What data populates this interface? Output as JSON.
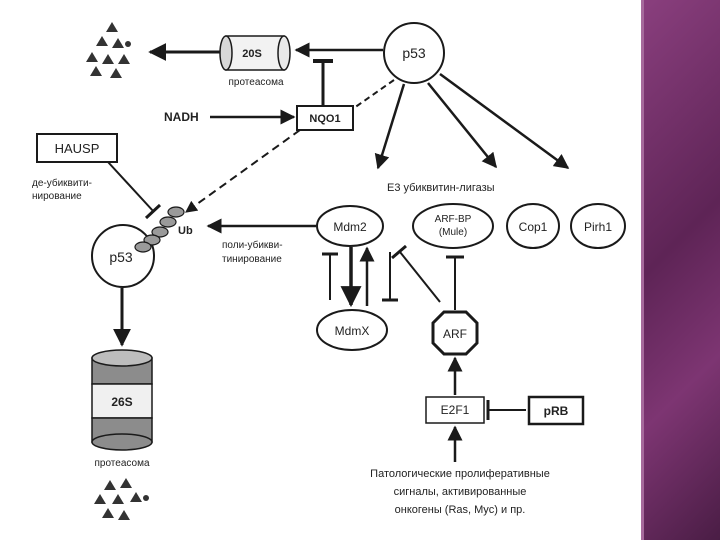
{
  "nodes": {
    "p53_top": "p53",
    "proteasome20s": "20S",
    "proteasome20s_caption": "протеасома",
    "nadh": "NADH",
    "nqo1": "NQO1",
    "hausp": "HAUSP",
    "deubiq_line1": "де-убиквити-",
    "deubiq_line2": "нирование",
    "p53_bottom": "p53",
    "ub": "Ub",
    "e3_title": "Е3 убиквитин-лигазы",
    "mdm2": "Mdm2",
    "arfbp_line1": "ARF-BP",
    "arfbp_line2": "(Mule)",
    "cop1": "Cop1",
    "pirh1": "Pirh1",
    "polyubiq_line1": "поли-убикви-",
    "polyubiq_line2": "тинирование",
    "mdmx": "MdmX",
    "arf": "ARF",
    "e2f1": "E2F1",
    "prb": "pRB",
    "proteasome26s": "26S",
    "proteasome26s_caption": "протеасома",
    "signals_line1": "Патологические пролиферативные",
    "signals_line2": "сигналы, активированные",
    "signals_line3": "онкогены (Ras, Myc) и пр."
  },
  "colors": {
    "ink": "#1a1a1a",
    "cylinder_light": "#e6e6e6",
    "cylinder_dark": "#8c8c8c",
    "ub_fill": "#9a9a9a",
    "sidebar": "#6b2a62"
  }
}
